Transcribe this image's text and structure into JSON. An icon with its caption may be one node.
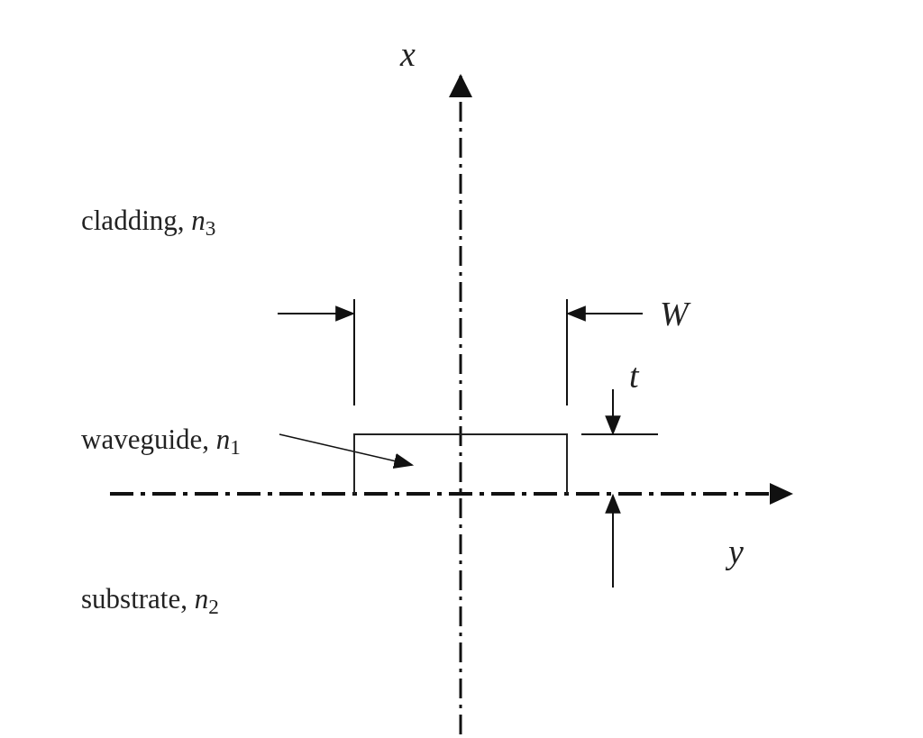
{
  "diagram": {
    "nodes": [
      {
        "text": [
          "cladding, *n*$_{3}$"
        ]
      },
      {
        "text": [
          "waveguide, *n*$_{1}$"
        ]
      },
      {
        "text": [
          "substrate, *n*$_{2}$"
        ]
      },
      {
        "text": [],
        "shape": "box"
      }
    ],
    "edges": [
      {
        "from": 1,
        "to": 3,
        "arrow": "to"
      }
    ],
    "labels": [
      "x",
      "W",
      "t",
      "y"
    ]
  }
}
